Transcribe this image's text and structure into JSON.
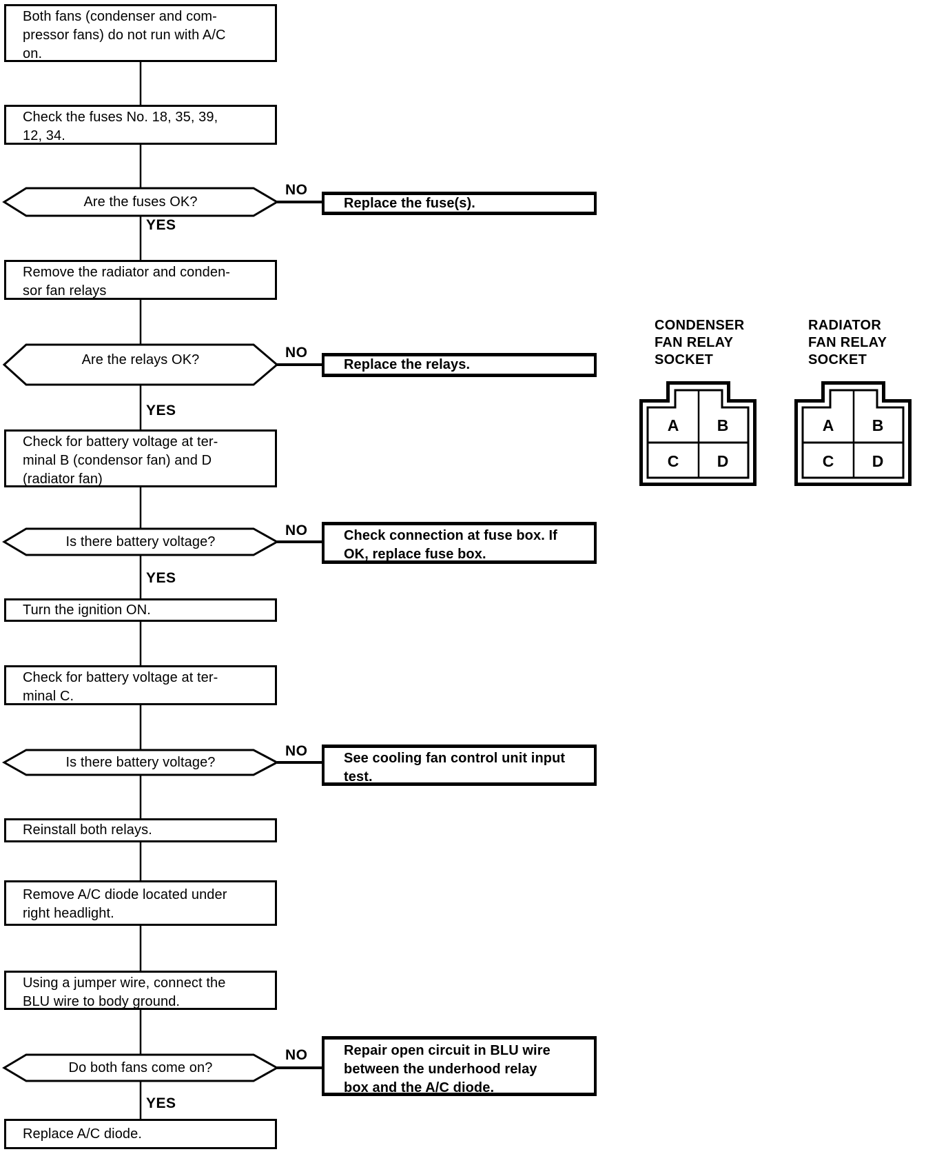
{
  "flow": {
    "yes_label": "YES",
    "no_label": "NO",
    "steps": [
      {
        "lines": [
          "Both fans (condenser and com-",
          "pressor fans) do not run with A/C",
          "on."
        ]
      },
      {
        "lines": [
          "Check the fuses No. 18, 35, 39,",
          "12, 34."
        ]
      },
      {
        "lines": [
          "Remove the radiator and conden-",
          "sor fan relays"
        ]
      },
      {
        "lines": [
          "Check for battery voltage at ter-",
          "minal B (condensor fan) and D",
          "(radiator fan)"
        ]
      },
      {
        "lines": [
          "Turn the ignition ON."
        ]
      },
      {
        "lines": [
          "Check for battery voltage at ter-",
          "minal C."
        ]
      },
      {
        "lines": [
          "Reinstall both relays."
        ]
      },
      {
        "lines": [
          "Remove A/C diode located under",
          "right headlight."
        ]
      },
      {
        "lines": [
          "Using a jumper wire, connect the",
          "BLU wire to body ground."
        ]
      },
      {
        "lines": [
          "Replace A/C diode."
        ]
      }
    ],
    "decisions": [
      "Are the fuses OK?",
      "Are the relays OK?",
      "Is there battery voltage?",
      "Is there battery voltage?",
      "Do both fans come on?"
    ],
    "no_results": [
      {
        "lines": [
          "Replace the fuse(s)."
        ]
      },
      {
        "lines": [
          "Replace the relays."
        ]
      },
      {
        "lines": [
          "Check connection at fuse box. If",
          "OK, replace fuse box."
        ]
      },
      {
        "lines": [
          "See cooling fan control unit input",
          "test."
        ]
      },
      {
        "lines": [
          "Repair open circuit in BLU wire",
          "between the underhood relay",
          "box and the A/C diode."
        ]
      }
    ]
  },
  "sockets": [
    {
      "title_lines": [
        "CONDENSER",
        "FAN RELAY",
        "SOCKET"
      ],
      "terminals": [
        "A",
        "B",
        "C",
        "D"
      ]
    },
    {
      "title_lines": [
        "RADIATOR",
        "FAN RELAY",
        "SOCKET"
      ],
      "terminals": [
        "A",
        "B",
        "C",
        "D"
      ]
    }
  ],
  "colors": {
    "ink": "#000000",
    "paper": "#ffffff"
  }
}
